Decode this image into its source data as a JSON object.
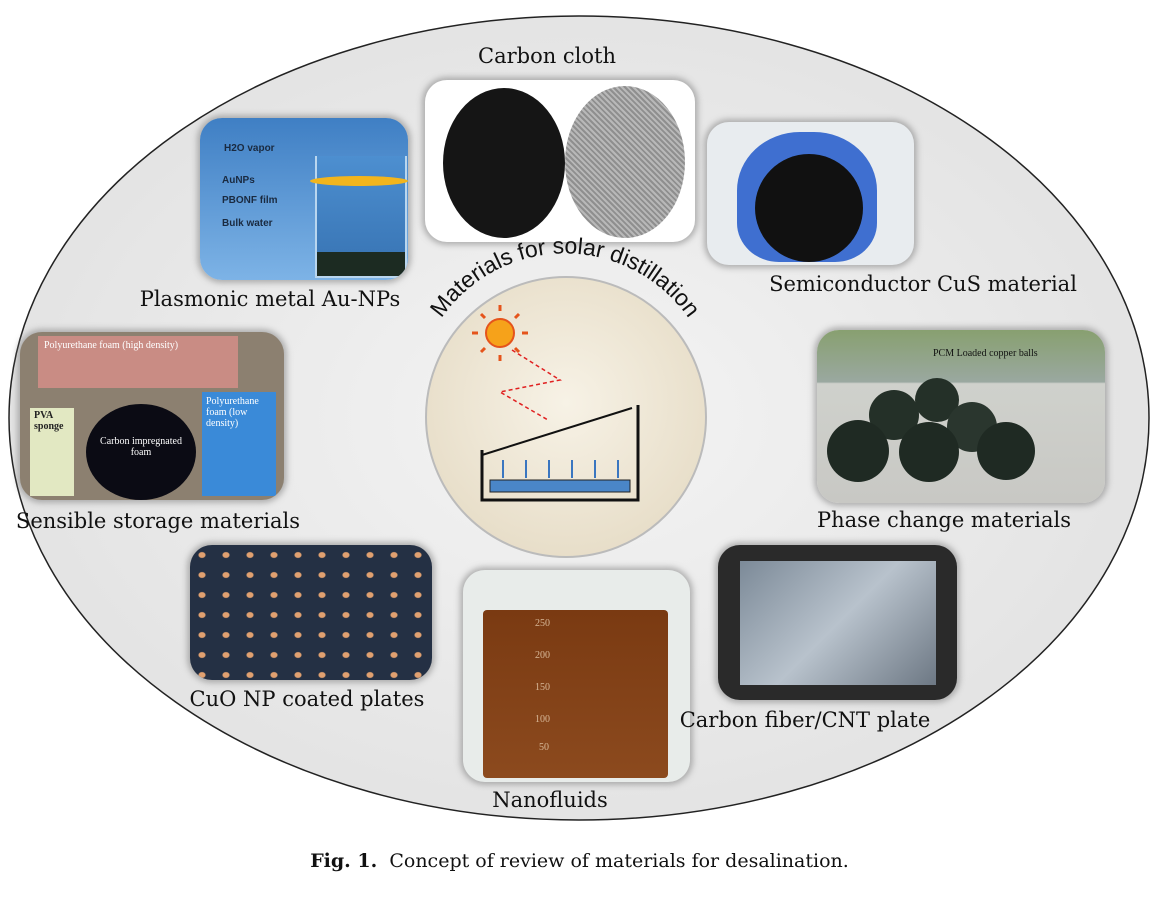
{
  "figure": {
    "center_title": "Materials for solar distillation",
    "caption_label": "Fig. 1.",
    "caption_text": "Concept of review of materials for desalination."
  },
  "panels": {
    "carbon_cloth": {
      "label": "Carbon cloth"
    },
    "plasmonic": {
      "label": "Plasmonic metal Au-NPs",
      "annotations": [
        "H2O vapor",
        "AuNPs",
        "PBONF film",
        "Bulk water"
      ]
    },
    "cus": {
      "label": "Semiconductor CuS material"
    },
    "sensible": {
      "label": "Sensible storage materials",
      "annotations": [
        "Polyurethane foam (high density)",
        "PVA sponge",
        "Carbon impregnated foam",
        "Polyurethane foam (low density)"
      ]
    },
    "pcm": {
      "label": "Phase change materials",
      "annotations": [
        "PCM Loaded copper balls"
      ]
    },
    "cuo": {
      "label": "CuO NP coated plates"
    },
    "nanofluids": {
      "label": "Nanofluids",
      "beaker_marks": [
        "250",
        "200",
        "150",
        "100",
        "50"
      ]
    },
    "carbon_fiber": {
      "label": "Carbon fiber/CNT plate"
    }
  }
}
